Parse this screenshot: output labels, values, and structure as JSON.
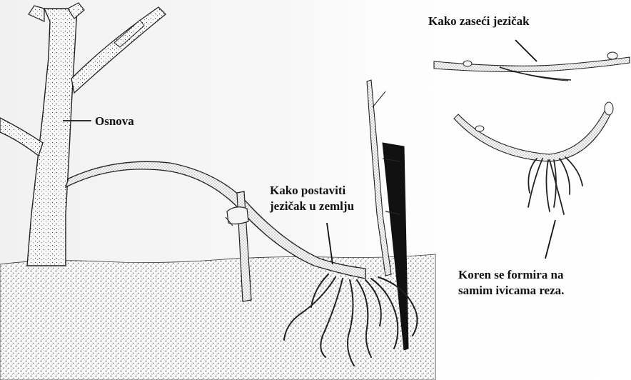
{
  "labels": {
    "trunk": "Osnova",
    "tongue_cut": "Kako zaseći jezičak",
    "placement": [
      "Kako postaviti",
      "jezičak u zemlju"
    ],
    "roots": [
      "Koren se formira na",
      "samim ivicama reza."
    ]
  },
  "colors": {
    "ink": "#1a1a1a",
    "soil_dots": "#2b2b2b",
    "background": "#f3f3f3"
  }
}
